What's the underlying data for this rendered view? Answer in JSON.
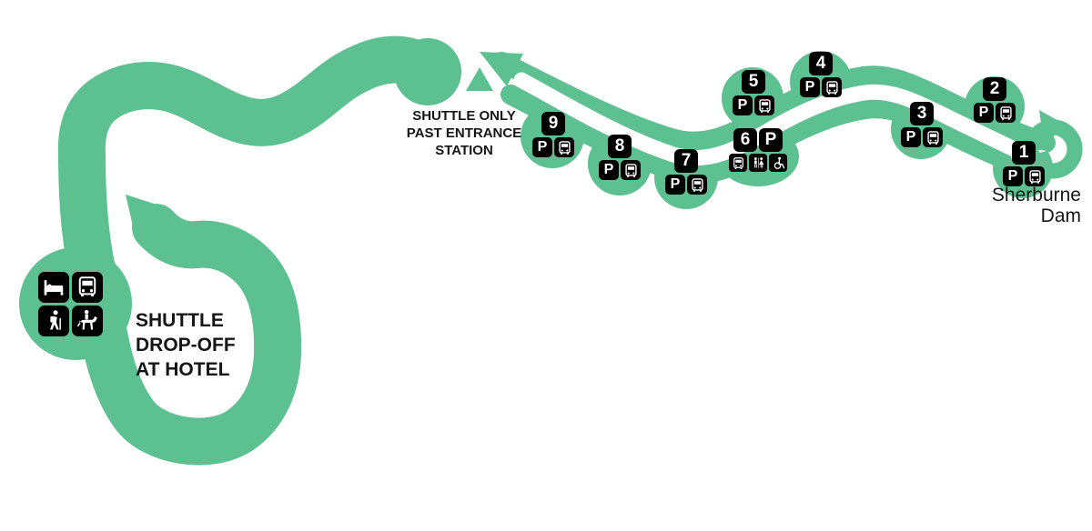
{
  "title": "Shuttle route map",
  "colors": {
    "route_green": "#5DC091",
    "badge_black": "#000000",
    "text_black": "#161616"
  },
  "labels": {
    "shuttle_only": {
      "line1": "SHUTTLE ONLY",
      "line2": "PAST ENTRANCE",
      "line3": "STATION"
    },
    "hotel": {
      "line1": "SHUTTLE",
      "line2": "DROP-OFF",
      "line3": "AT HOTEL"
    },
    "sherburne": {
      "line1": "Sherburne",
      "line2": "Dam"
    }
  },
  "parking_symbol": "P",
  "stops": [
    {
      "number": "1",
      "amenities": [
        "parking",
        "bus"
      ]
    },
    {
      "number": "2",
      "amenities": [
        "parking",
        "bus"
      ]
    },
    {
      "number": "3",
      "amenities": [
        "parking",
        "bus"
      ]
    },
    {
      "number": "4",
      "amenities": [
        "parking",
        "bus"
      ]
    },
    {
      "number": "5",
      "amenities": [
        "parking",
        "bus"
      ]
    },
    {
      "number": "6",
      "amenities": [
        "parking",
        "bus",
        "restroom",
        "accessible"
      ]
    },
    {
      "number": "7",
      "amenities": [
        "parking",
        "bus"
      ]
    },
    {
      "number": "8",
      "amenities": [
        "parking",
        "bus"
      ]
    },
    {
      "number": "9",
      "amenities": [
        "parking",
        "bus"
      ]
    }
  ],
  "hotel_amenities": [
    "lodging",
    "bus",
    "hiking",
    "horseback-riding"
  ]
}
